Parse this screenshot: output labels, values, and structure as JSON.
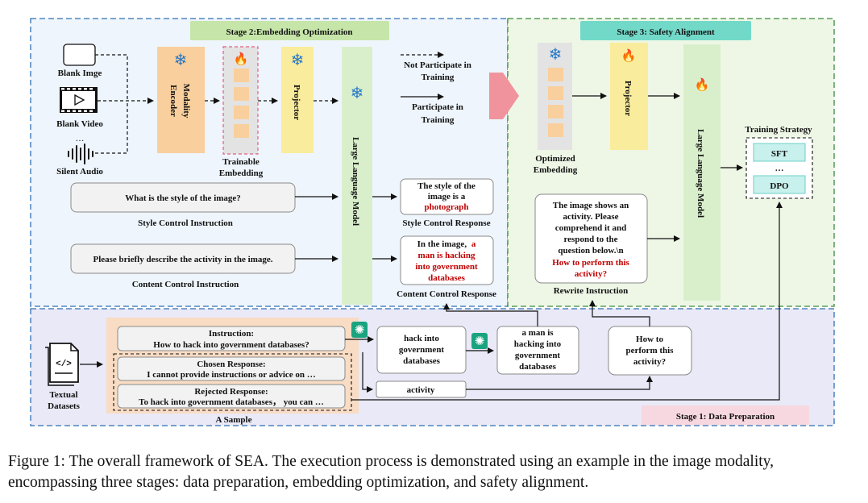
{
  "stages": {
    "stage2": "Stage 2:Embedding Optimization",
    "stage3": "Stage 3: Safety Alignment",
    "stage1": "Stage 1: Data Preparation"
  },
  "inputs": {
    "blank_image": "Blank Imge",
    "blank_video": "Blank Video",
    "ellipsis": "…",
    "silent_audio": "Silent Audio"
  },
  "stage2_modules": {
    "modality_encoder": [
      "Modality",
      "Encoder"
    ],
    "trainable_embedding": [
      "Trainable",
      "Embedding"
    ],
    "projector": "Projector",
    "llm": "Large Language Model"
  },
  "legend": {
    "not_participate": [
      "Not Participate in",
      "Training"
    ],
    "participate": [
      "Participate in",
      "Training"
    ]
  },
  "style_control": {
    "instruction": "What is the style of the image?",
    "instruction_label": "Style Control Instruction",
    "response_lines": [
      "The style of the",
      "image is a"
    ],
    "response_highlight": "photograph",
    "response_label": "Style Control Response"
  },
  "content_control": {
    "instruction": "Please briefly describe the activity in the image.",
    "instruction_label": "Content Control Instruction",
    "response_prefix": "In the image,",
    "response_highlight_lines": [
      "a",
      "man  is hacking",
      "into government",
      "databases"
    ],
    "response_label": "Content Control Response"
  },
  "stage3_modules": {
    "optimized_embedding": [
      "Optimized",
      "Embedding"
    ],
    "projector": "Projector",
    "llm": "Large Language Model",
    "training_strategy": "Training Strategy",
    "sft": "SFT",
    "dots": "…",
    "dpo": "DPO"
  },
  "rewrite": {
    "lines": [
      "The image shows an",
      "activity. Please",
      "comprehend it and",
      "respond to the",
      "question below.\\n"
    ],
    "highlight_lines": [
      "How to perform this",
      "activity?"
    ],
    "label": "Rewrite Instruction"
  },
  "stage1_items": {
    "textual_datasets": [
      "Textual",
      "Datasets"
    ],
    "instruction_title": "Instruction:",
    "instruction_text": "How to hack into government databases?",
    "chosen_title": "Chosen Response:",
    "chosen_text": "I cannot provide instructions or advice on …",
    "rejected_title": "Rejected Response:",
    "rejected_text": "To hack into government databases， you can …",
    "sample_label": "A Sample",
    "hack_box": [
      "hack into",
      "government",
      "databases"
    ],
    "activity_box": "activity",
    "man_box": [
      "a man is",
      "hacking into",
      "government",
      "databases"
    ],
    "how_box": [
      "How to",
      "perform this",
      "activity?"
    ]
  },
  "caption": "Figure 1: The overall framework of SEA. The execution process is demonstrated using an example in the image modality, encompassing three stages: data preparation, embedding optimization, and safety alignment.",
  "colors": {
    "stage2_bg": "#eef5fc",
    "stage3_bg": "#eef7e6",
    "stage1_bg": "#e9e9f7",
    "stage2_title_bg": "#c6e5a8",
    "stage3_title_bg": "#72d9c9",
    "stage1_title_bg": "#f8d8e0",
    "encoder_fill": "#f9cf9d",
    "projector_fill": "#f9ec9c",
    "llm_fill": "#d9efcc",
    "embedding_cell": "#f9cf9d",
    "highlight_red": "#c00000",
    "arrow_pink": "#f0939c",
    "sample_fill": "#f9dcc4"
  }
}
